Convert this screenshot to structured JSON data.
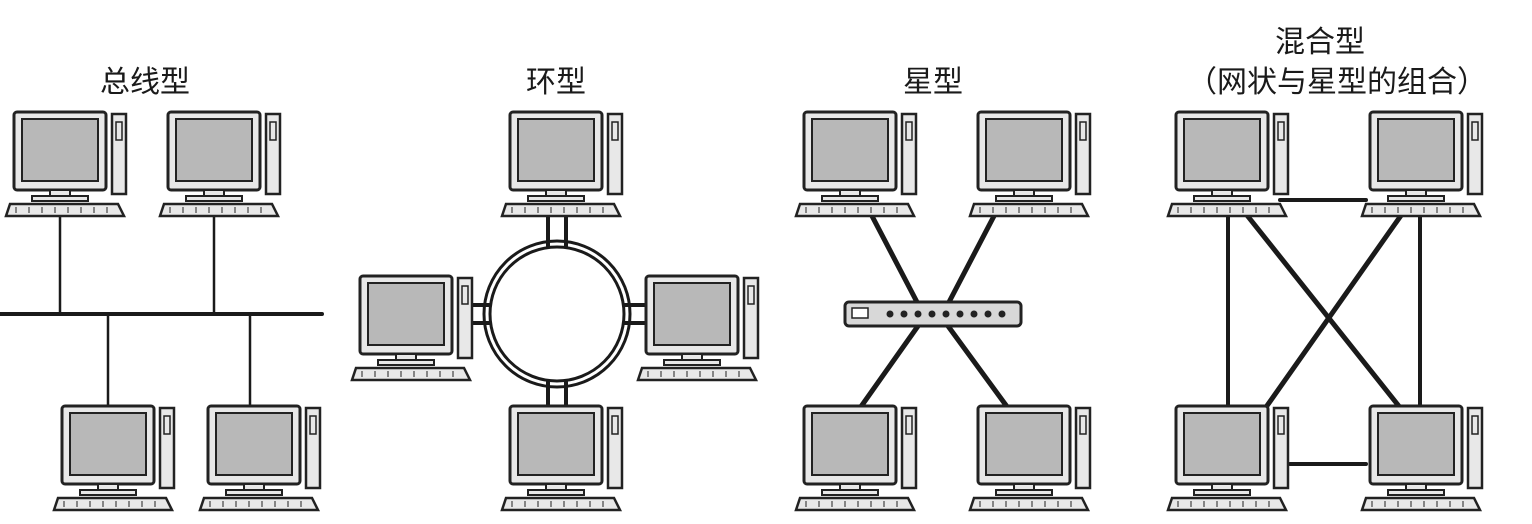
{
  "topologies": [
    {
      "id": "bus",
      "title": "总线型"
    },
    {
      "id": "ring",
      "title": "环型"
    },
    {
      "id": "star",
      "title": "星型"
    },
    {
      "id": "hybrid",
      "title": "混合型",
      "subtitle": "（网状与星型的组合）"
    }
  ],
  "colors": {
    "line": "#1a1a1a",
    "screen": "#b8b8b8",
    "body": "#e8e8e8",
    "outline": "#222222"
  }
}
